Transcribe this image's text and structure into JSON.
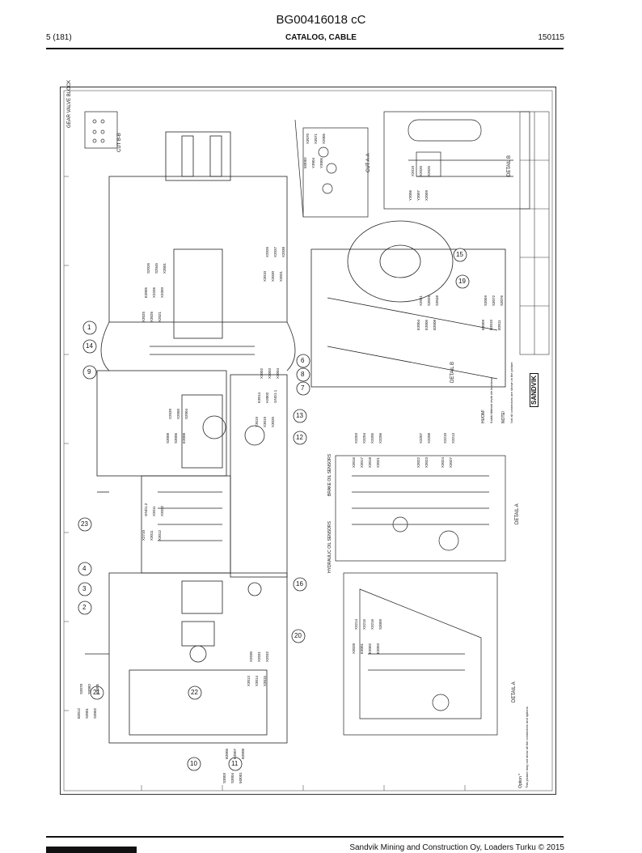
{
  "header": {
    "doc_id": "BG00416018 cC",
    "page": "5 (181)",
    "title": "CATALOG, CABLE",
    "date": "150115"
  },
  "drawing": {
    "gear_valve_label": "GEAR VALVE BLOCK",
    "cut_bb": "CUT B-B",
    "cut_aa": "CUT A-A",
    "detail_a": "DETAIL A",
    "detail_b": "DETAIL B",
    "brake_oil_sensors": "BRAKE OIL SENSORS",
    "hydraulic_oil_sensors": "HYDRAULIC OIL SENSORS",
    "huom": "HUOM!",
    "note": "NOTE!",
    "note_text_fi": "Kaikki liittimet eivät ole kuvassa",
    "note_text_en": "Not all connectors are shown in the picture",
    "option_label": "Option *",
    "option_text": "This picture may not show all the connectors and options",
    "sandvik": "SANDVIK",
    "labels": [
      "X3025",
      "X3026",
      "X2021",
      "Y3019",
      "X3019",
      "X3020",
      "X2710",
      "X3011",
      "X3012",
      "X3013",
      "X3014",
      "X3015",
      "X3016",
      "X3017",
      "X3018",
      "X3021",
      "X3022",
      "X3023",
      "X3024",
      "X3027",
      "X3028",
      "E3001",
      "E3002",
      "E3003",
      "E3004",
      "E3005",
      "B3008",
      "B3009",
      "B3010",
      "B3011",
      "B3012",
      "S3001",
      "S3002",
      "S3003",
      "S3004",
      "M3001",
      "M3002",
      "Y3004",
      "Y3005",
      "Y3006",
      "Y3007",
      "X3009",
      "X3010",
      "X3030",
      "X3031",
      "S3008",
      "S3006",
      "E3008",
      "E3005",
      "X3336",
      "X3350",
      "E3014",
      "H3002",
      "GND1.1",
      "GND1.2",
      "X2011",
      "X2022",
      "X2030",
      "X2031",
      "X2032",
      "X3203",
      "X3204",
      "X3205",
      "X3206",
      "X3207",
      "X3208",
      "X3210",
      "X3213",
      "X3214",
      "X3215",
      "X3216",
      "S3009",
      "X2041",
      "S3026",
      "S3048",
      "S3059",
      "S3072",
      "S3076",
      "S3078",
      "S3082",
      "B3005",
      "B3006",
      "B3007",
      "B3008",
      "X3070",
      "X3071",
      "X2005",
      "X2019",
      "X2020",
      "X2025",
      "X2026",
      "X2037",
      "X2038",
      "X2039",
      "X2050",
      "S2004",
      "S2026",
      "S2045",
      "X3001",
      "X3002",
      "X3003",
      "X3004"
    ],
    "callouts": [
      "1",
      "2",
      "3",
      "4",
      "6",
      "7",
      "8",
      "9",
      "10",
      "11",
      "12",
      "13",
      "14",
      "15",
      "16",
      "19",
      "20",
      "21",
      "22",
      "23"
    ]
  },
  "footer": {
    "copyright": "Sandvik Mining and Construction Oy, Loaders Turku © 2015"
  }
}
